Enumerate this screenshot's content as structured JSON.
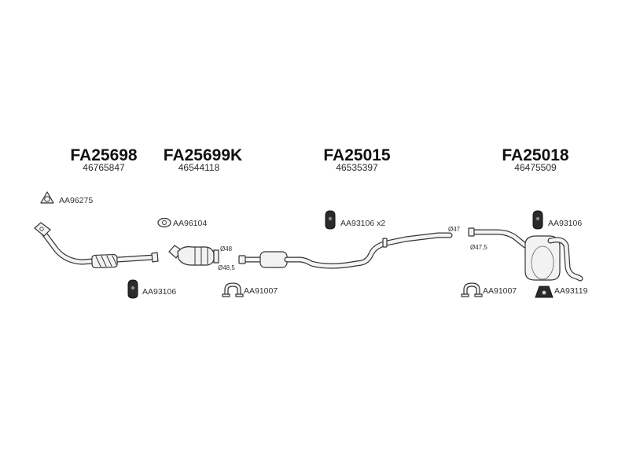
{
  "groups": [
    {
      "code": "FA25698",
      "oem": "46765847"
    },
    {
      "code": "FA25699K",
      "oem": "46544118"
    },
    {
      "code": "FA25015",
      "oem": "46535397"
    },
    {
      "code": "FA25018",
      "oem": "46475509"
    }
  ],
  "fittings": {
    "gasket_front": "AA96275",
    "gasket_cat": "AA96104",
    "hanger_front": "AA93106",
    "clamp_front": "AA91007",
    "hanger_mid": "AA93106 x2",
    "hanger_rear": "AA93106",
    "clamp_rear": "AA91007",
    "bracket_rear": "AA93119"
  },
  "diameters": {
    "cat_outlet": "Ø48",
    "mid_inlet": "Ø48,5",
    "mid_outlet": "Ø47",
    "rear_inlet": "Ø47,5"
  }
}
